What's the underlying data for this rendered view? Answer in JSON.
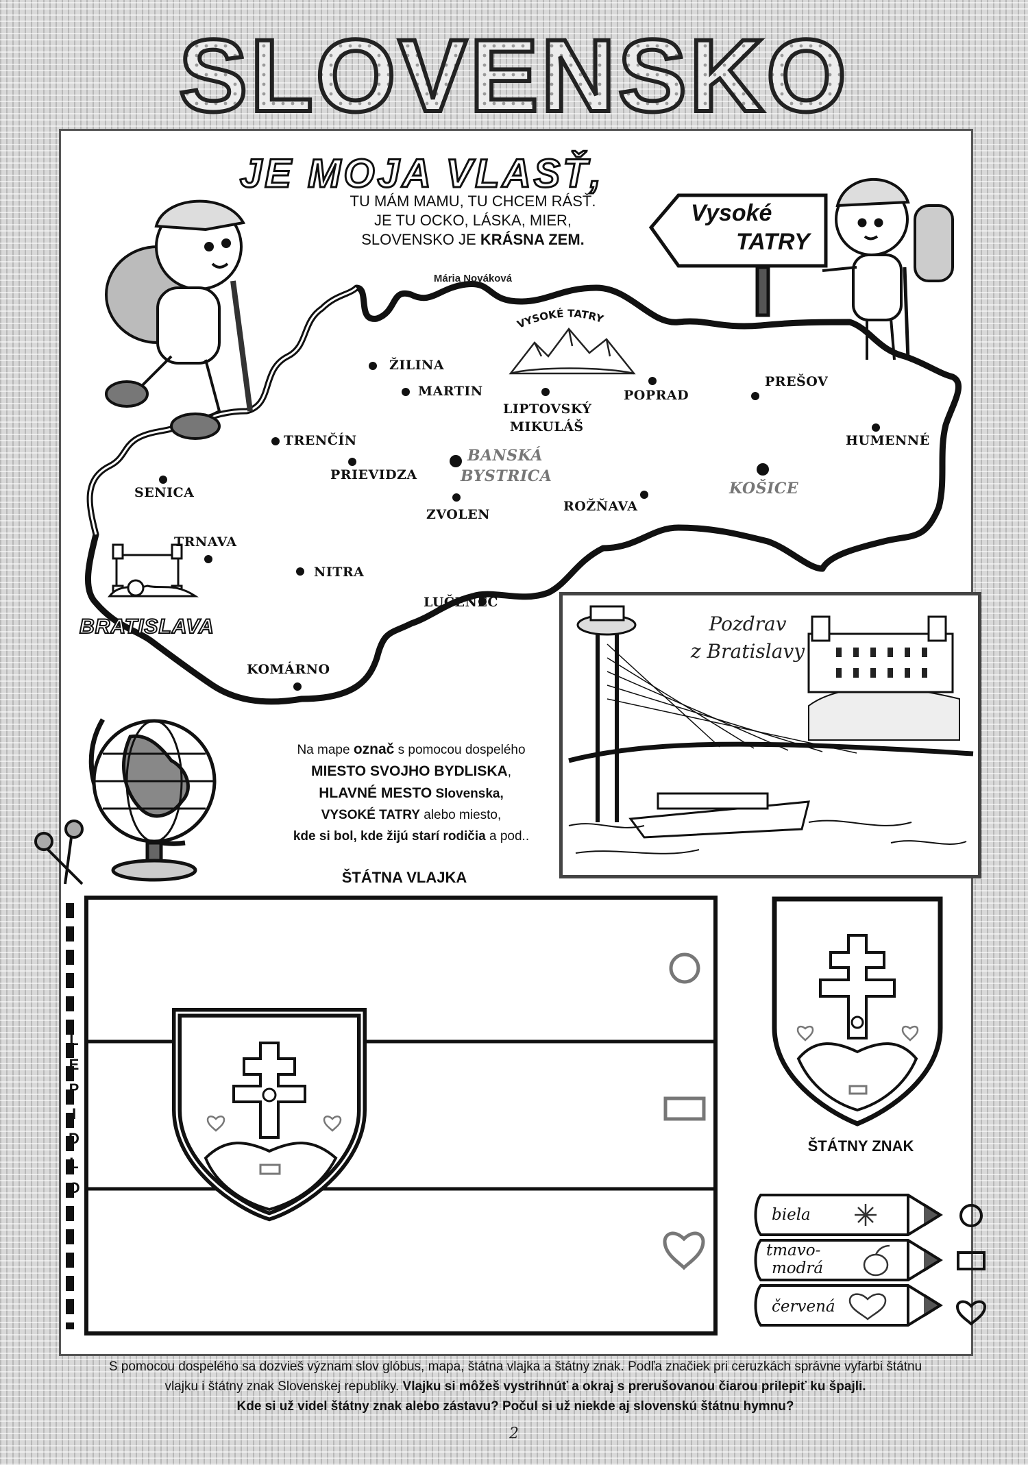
{
  "header": {
    "title": "SLOVENSKO"
  },
  "poem": {
    "title": "JE MOJA VLASŤ,",
    "lines": [
      "TU MÁM MAMU, TU CHCEM RÁSŤ.",
      "JE TU OCKO, LÁSKA, MIER,"
    ],
    "last_line_start": "SLOVENSKO JE ",
    "last_line_bold": "KRÁSNA ZEM.",
    "author": "Mária Nováková"
  },
  "signpost": {
    "line1": "Vysoké",
    "line2": "TATRY"
  },
  "map": {
    "mountains_label": "VYSOKÉ TATRY",
    "capital_banner": "BRATISLAVA",
    "cities": [
      {
        "name": "ŽILINA"
      },
      {
        "name": "MARTIN"
      },
      {
        "name": "LIPTOVSKÝ"
      },
      {
        "name": "MIKULÁŠ"
      },
      {
        "name": "POPRAD"
      },
      {
        "name": "PREŠOV"
      },
      {
        "name": "HUMENNÉ"
      },
      {
        "name": "TRENČÍN"
      },
      {
        "name": "PRIEVIDZA"
      },
      {
        "name": "BANSKÁ"
      },
      {
        "name": "BYSTRICA"
      },
      {
        "name": "SENICA"
      },
      {
        "name": "ZVOLEN"
      },
      {
        "name": "ROŽŇAVA"
      },
      {
        "name": "KOŠICE"
      },
      {
        "name": "TRNAVA"
      },
      {
        "name": "NITRA"
      },
      {
        "name": "LUČENEC"
      },
      {
        "name": "KOMÁRNO"
      }
    ]
  },
  "instructions": {
    "l1a": "Na mape ",
    "l1b": "označ",
    "l1c": " s pomocou dospelého",
    "l2": "MIESTO SVOJHO BYDLISKA",
    "l3a": "HLAVNÉ MESTO",
    "l3b": " Slovenska,",
    "l4a": "VYSOKÉ TATRY",
    "l4b": " alebo miesto,",
    "l5a": "kde si bol, kde žijú starí rodičia",
    "l5b": " a pod.."
  },
  "postcard": {
    "line1": "Pozdrav",
    "line2": "z Bratislavy"
  },
  "flag": {
    "heading": "ŠTÁTNA VLAJKA",
    "glue_letters": [
      "L",
      "E",
      "P",
      "I",
      "D",
      "L",
      "O"
    ]
  },
  "coat_of_arms": {
    "label": "ŠTÁTNY ZNAK"
  },
  "legend": {
    "white": "biela",
    "blue_1": "tmavo-",
    "blue_2": "modrá",
    "red": "červená"
  },
  "footer": {
    "text_1": "S pomocou dospelého sa dozvieš význam slov glóbus, mapa, štátna vlajka a štátny znak. Podľa značiek pri ceruzkách správne vyfarbi štátnu",
    "text_2a": "vlajku i štátny znak Slovenskej republiky. ",
    "text_2b": "Vlajku si môžeš vystrihnúť a okraj s prerušovanou čiarou prilepiť ku špajli.",
    "text_3": "Kde si už videl štátny znak alebo zástavu? Počul si už niekde aj slovenskú štátnu hymnu?",
    "page_number": "2"
  }
}
